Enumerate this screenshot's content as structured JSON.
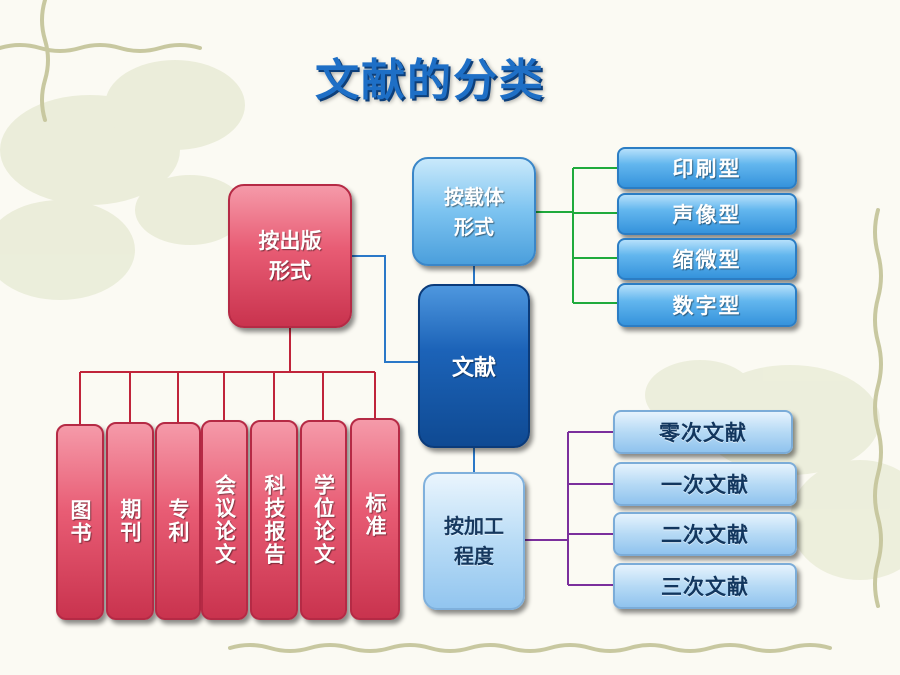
{
  "title": "文献的分类",
  "center": {
    "label": "文献"
  },
  "publication": {
    "label_lines": [
      "按出版",
      "形式"
    ],
    "items": [
      "图书",
      "期刊",
      "专利",
      "会议论文",
      "科技报告",
      "学位论文",
      "标准"
    ]
  },
  "carrier": {
    "label_lines": [
      "按载体",
      "形式"
    ],
    "items": [
      "印刷型",
      "声像型",
      "缩微型",
      "数字型"
    ]
  },
  "processing": {
    "label_lines": [
      "按加工",
      "程度"
    ],
    "items": [
      "零次文献",
      "一次文献",
      "二次文献",
      "三次文献"
    ]
  },
  "colors": {
    "title": "#1e6fc6",
    "publication_line": "#c0243a",
    "carrier_line": "#1faa3c",
    "processing_line": "#7b2f9c",
    "center_line": "#2a78c8"
  }
}
